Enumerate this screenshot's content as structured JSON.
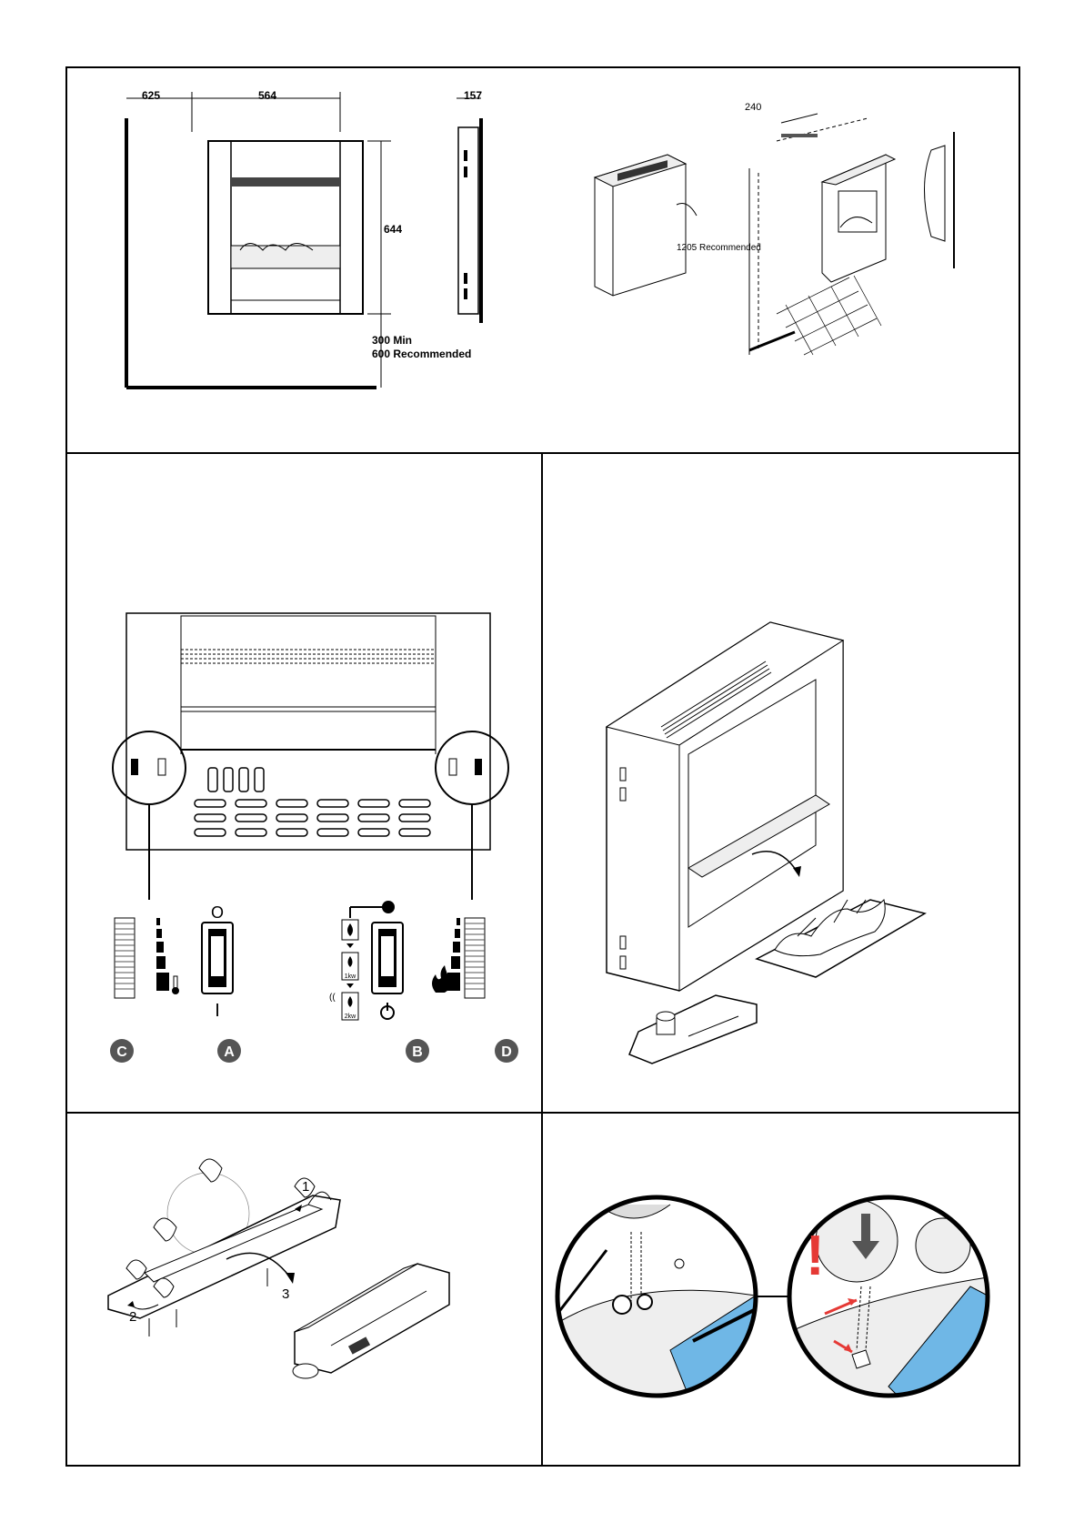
{
  "panel1": {
    "left_drawing": {
      "dim_left": "625",
      "dim_width": "564",
      "dim_depth": "157",
      "dim_height": "644",
      "clearance_min": "300 Min",
      "clearance_recommended": "600 Recommended"
    },
    "right_drawing": {
      "dim_bracket": "240",
      "height_recommended": "1205 Recommended"
    }
  },
  "panel2": {
    "switch_a_top": "O",
    "switch_a_bottom": "I",
    "heat_1": "1kw",
    "heat_2": "2kw",
    "markers": [
      "C",
      "A",
      "B",
      "D"
    ]
  },
  "panel4": {
    "steps": [
      "1",
      "2",
      "3"
    ]
  },
  "panel5": {
    "warning_mark": "!"
  }
}
